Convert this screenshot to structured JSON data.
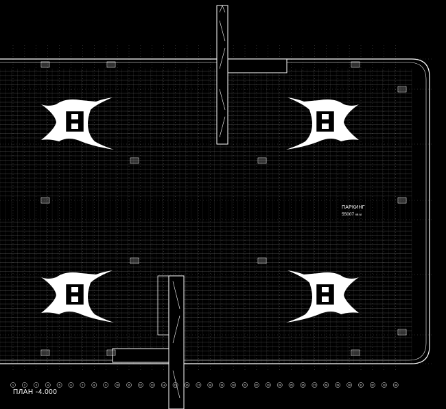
{
  "area_label": {
    "title": "ПАРКИНГ",
    "value": "55007",
    "unit": "кв.м"
  },
  "plan_title": "ПЛАН -4.000",
  "axis_numbers": [
    "1",
    "2",
    "3",
    "4",
    "5",
    "6",
    "7",
    "8",
    "9",
    "10",
    "11",
    "12",
    "13",
    "14",
    "15",
    "16",
    "17",
    "18",
    "19",
    "20",
    "21",
    "22",
    "23",
    "24",
    "25",
    "26",
    "27",
    "28",
    "29",
    "30",
    "31",
    "32",
    "33",
    "34"
  ],
  "colors": {
    "background": "#000000",
    "lines": "#ffffff"
  }
}
